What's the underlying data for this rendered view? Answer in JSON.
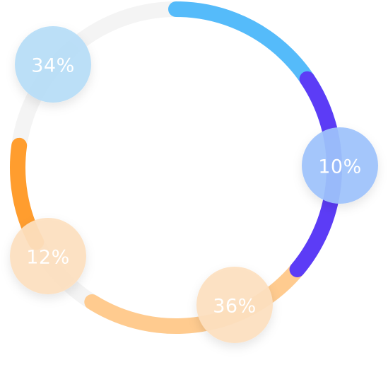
{
  "chart_data": {
    "type": "pie",
    "style": "ring",
    "grid": false,
    "legend": "none",
    "track_color": "#f4f4f4",
    "slices": [
      {
        "label": "34%",
        "value": 34,
        "color": "#55bbfa",
        "bubble_color": "#b7def8"
      },
      {
        "label": "12%",
        "value": 12,
        "color": "#ff9d2e",
        "bubble_color": "#fde0c0"
      },
      {
        "label": "36%",
        "value": 36,
        "color": "#ffcb8f",
        "bubble_color": "#fde0c0"
      },
      {
        "label": "10%",
        "value": 10,
        "color": "#5c3cf6",
        "bubble_color": "#9ec3fc"
      }
    ]
  }
}
